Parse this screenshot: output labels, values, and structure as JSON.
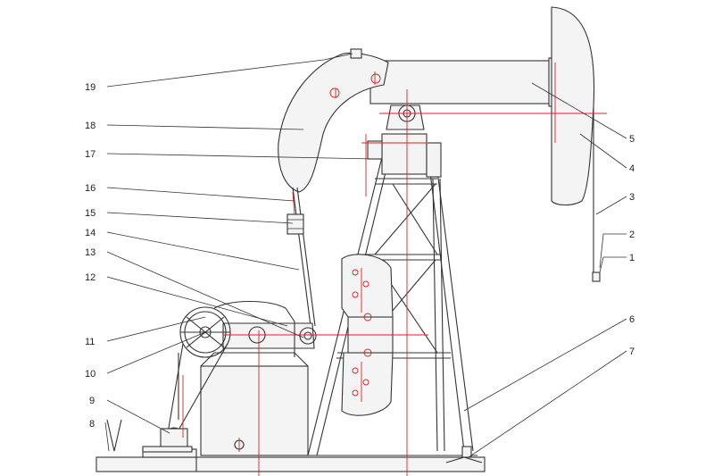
{
  "labels": {
    "n1": "1",
    "n2": "2",
    "n3": "3",
    "n4": "4",
    "n5": "5",
    "n6": "6",
    "n7": "7",
    "n8": "8",
    "n9": "9",
    "n10": "10",
    "n11": "11",
    "n12": "12",
    "n13": "13",
    "n14": "14",
    "n15": "15",
    "n16": "16",
    "n17": "17",
    "n18": "18",
    "n19": "19"
  },
  "colors": {
    "line": "#333333",
    "centerline": "#dd2222",
    "fill": "#f4f4f4"
  }
}
